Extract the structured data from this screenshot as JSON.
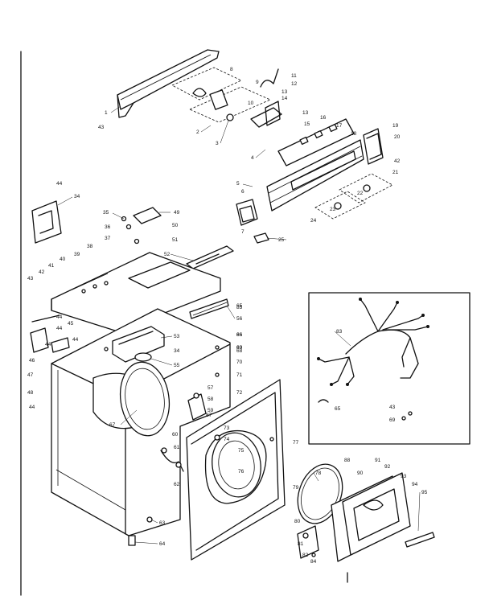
{
  "diagram": {
    "callouts": [
      {
        "id": "c1",
        "text": "1"
      },
      {
        "id": "c2",
        "text": "2"
      },
      {
        "id": "c3",
        "text": "3"
      },
      {
        "id": "c4",
        "text": "4"
      },
      {
        "id": "c5",
        "text": "5"
      },
      {
        "id": "c6",
        "text": "6"
      },
      {
        "id": "c7",
        "text": "7"
      },
      {
        "id": "c8",
        "text": "8"
      },
      {
        "id": "c9",
        "text": "9"
      },
      {
        "id": "c10",
        "text": "10"
      },
      {
        "id": "c11",
        "text": "11"
      },
      {
        "id": "c12",
        "text": "12"
      },
      {
        "id": "c13a",
        "text": "13"
      },
      {
        "id": "c13b",
        "text": "13"
      },
      {
        "id": "c14",
        "text": "14"
      },
      {
        "id": "c15",
        "text": "15"
      },
      {
        "id": "c16",
        "text": "16"
      },
      {
        "id": "c17",
        "text": "17"
      },
      {
        "id": "c18",
        "text": "18"
      },
      {
        "id": "c19",
        "text": "19"
      },
      {
        "id": "c20",
        "text": "20"
      },
      {
        "id": "c21",
        "text": "21"
      },
      {
        "id": "c22",
        "text": "22"
      },
      {
        "id": "c23",
        "text": "23"
      },
      {
        "id": "c24",
        "text": "24"
      },
      {
        "id": "c25",
        "text": "25"
      },
      {
        "id": "c34a",
        "text": "34"
      },
      {
        "id": "c35",
        "text": "35"
      },
      {
        "id": "c36",
        "text": "36"
      },
      {
        "id": "c37",
        "text": "37"
      },
      {
        "id": "c38",
        "text": "38"
      },
      {
        "id": "c39",
        "text": "39"
      },
      {
        "id": "c40",
        "text": "40"
      },
      {
        "id": "c41",
        "text": "41"
      },
      {
        "id": "c42a",
        "text": "42"
      },
      {
        "id": "c42b",
        "text": "42"
      },
      {
        "id": "c43a",
        "text": "43"
      },
      {
        "id": "c43b",
        "text": "43"
      },
      {
        "id": "c43c",
        "text": "43"
      },
      {
        "id": "c44a",
        "text": "44"
      },
      {
        "id": "c44b",
        "text": "44"
      },
      {
        "id": "c44c",
        "text": "44"
      },
      {
        "id": "c44d",
        "text": "44"
      },
      {
        "id": "c44e",
        "text": "44"
      },
      {
        "id": "c44f",
        "text": "44"
      },
      {
        "id": "c45",
        "text": "45"
      },
      {
        "id": "c46",
        "text": "46"
      },
      {
        "id": "c47",
        "text": "47"
      },
      {
        "id": "c48",
        "text": "48"
      },
      {
        "id": "c49",
        "text": "49"
      },
      {
        "id": "c50",
        "text": "50"
      },
      {
        "id": "c51",
        "text": "51"
      },
      {
        "id": "c52",
        "text": "52"
      },
      {
        "id": "c53",
        "text": "53"
      },
      {
        "id": "c34b",
        "text": "34"
      },
      {
        "id": "c55",
        "text": "55"
      },
      {
        "id": "c56",
        "text": "56"
      },
      {
        "id": "c57",
        "text": "57"
      },
      {
        "id": "c58",
        "text": "58"
      },
      {
        "id": "c59",
        "text": "59"
      },
      {
        "id": "c60",
        "text": "60"
      },
      {
        "id": "c61",
        "text": "61"
      },
      {
        "id": "c62",
        "text": "62"
      },
      {
        "id": "c63",
        "text": "63"
      },
      {
        "id": "c64",
        "text": "64"
      },
      {
        "id": "c65a",
        "text": "65"
      },
      {
        "id": "c65b",
        "text": "65"
      },
      {
        "id": "c66",
        "text": "66"
      },
      {
        "id": "c67",
        "text": "67"
      },
      {
        "id": "c68",
        "text": "68"
      },
      {
        "id": "c69a",
        "text": "69"
      },
      {
        "id": "c69b",
        "text": "69"
      },
      {
        "id": "c70",
        "text": "70"
      },
      {
        "id": "c71",
        "text": "71"
      },
      {
        "id": "c72",
        "text": "72"
      },
      {
        "id": "c73",
        "text": "73"
      },
      {
        "id": "c74",
        "text": "74"
      },
      {
        "id": "c75",
        "text": "75"
      },
      {
        "id": "c76",
        "text": "76"
      },
      {
        "id": "c77",
        "text": "77"
      },
      {
        "id": "c78",
        "text": "78"
      },
      {
        "id": "c79",
        "text": "79"
      },
      {
        "id": "c80",
        "text": "80"
      },
      {
        "id": "c81",
        "text": "81"
      },
      {
        "id": "c82",
        "text": "82"
      },
      {
        "id": "c83",
        "text": "83"
      },
      {
        "id": "c84",
        "text": "84"
      },
      {
        "id": "c85",
        "text": "85"
      },
      {
        "id": "c86",
        "text": "86"
      },
      {
        "id": "c87",
        "text": "87"
      },
      {
        "id": "c88",
        "text": "88"
      },
      {
        "id": "c89",
        "text": "89"
      },
      {
        "id": "c90",
        "text": "90"
      },
      {
        "id": "c91",
        "text": "91"
      },
      {
        "id": "c92",
        "text": "92"
      },
      {
        "id": "c93",
        "text": "93"
      },
      {
        "id": "c94",
        "text": "94"
      },
      {
        "id": "c95",
        "text": "95"
      }
    ]
  }
}
